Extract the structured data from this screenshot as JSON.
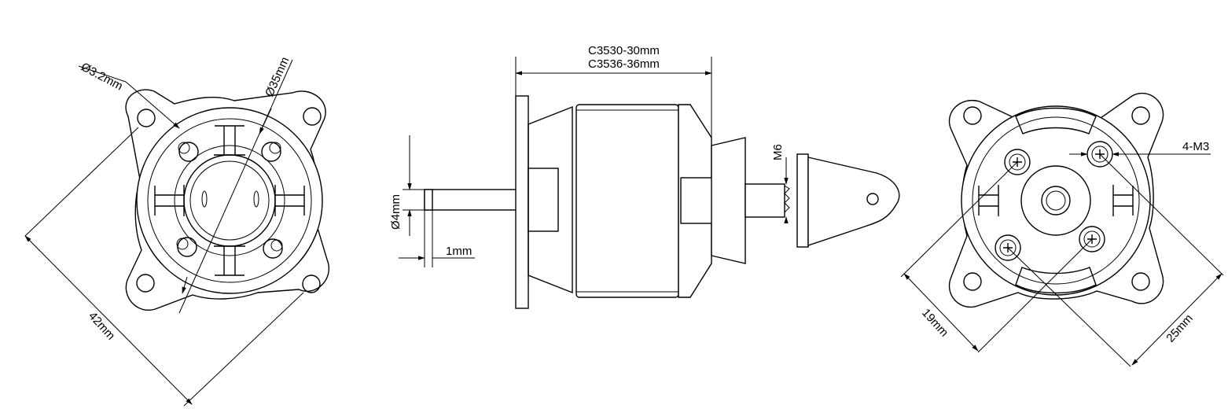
{
  "front_view": {
    "hole_diameter": "Ø3.2mm",
    "body_diameter": "Ø35mm",
    "mount_spacing": "42mm"
  },
  "side_view": {
    "length_c3530": "C3530-30mm",
    "length_c3536": "C3536-36mm",
    "shaft_diameter": "Ø4mm",
    "shaft_step": "1mm",
    "thread": "M6"
  },
  "rear_view": {
    "screw_thread": "4-M3",
    "spacing_short": "19mm",
    "spacing_long": "25mm"
  }
}
